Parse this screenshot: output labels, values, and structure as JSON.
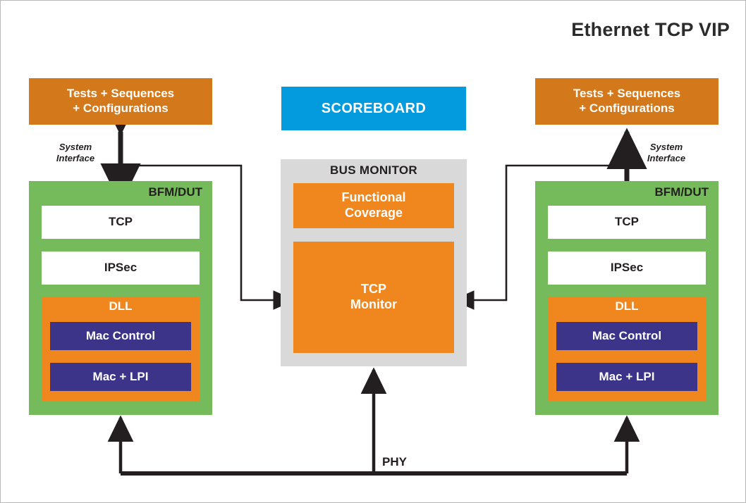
{
  "title": "Ethernet TCP VIP",
  "colors": {
    "orange_dark": "#d4781c",
    "orange": "#f0861e",
    "blue": "#049bde",
    "green": "#76bb5b",
    "purple": "#3b3488",
    "gray_panel": "#d9d9d9",
    "line": "#231f20",
    "frame": "#b9b9b9"
  },
  "left_agent": {
    "tests_box": "Tests + Sequences\n+ Configurations",
    "tests_line1": "Tests + Sequences",
    "tests_line2": "+ Configurations",
    "system_interface_line1": "System",
    "system_interface_line2": "Interface",
    "bfm_title": "BFM/DUT",
    "layers": [
      {
        "label": "TCP",
        "style": "white"
      },
      {
        "label": "IPSec",
        "style": "white"
      }
    ],
    "dll": {
      "label": "DLL",
      "children": [
        {
          "label": "Mac Control"
        },
        {
          "label": "Mac + LPI"
        }
      ]
    }
  },
  "right_agent": {
    "tests_line1": "Tests + Sequences",
    "tests_line2": "+ Configurations",
    "system_interface_line1": "System",
    "system_interface_line2": "Interface",
    "bfm_title": "BFM/DUT",
    "layers": [
      {
        "label": "TCP",
        "style": "white"
      },
      {
        "label": "IPSec",
        "style": "white"
      }
    ],
    "dll": {
      "label": "DLL",
      "children": [
        {
          "label": "Mac Control"
        },
        {
          "label": "Mac + LPI"
        }
      ]
    }
  },
  "center": {
    "scoreboard": "SCOREBOARD",
    "bus_monitor_title": "BUS MONITOR",
    "functional_coverage_line1": "Functional",
    "functional_coverage_line2": "Coverage",
    "tcp_monitor_line1": "TCP",
    "tcp_monitor_line2": "Monitor"
  },
  "bus": {
    "phy_label": "PHY"
  }
}
